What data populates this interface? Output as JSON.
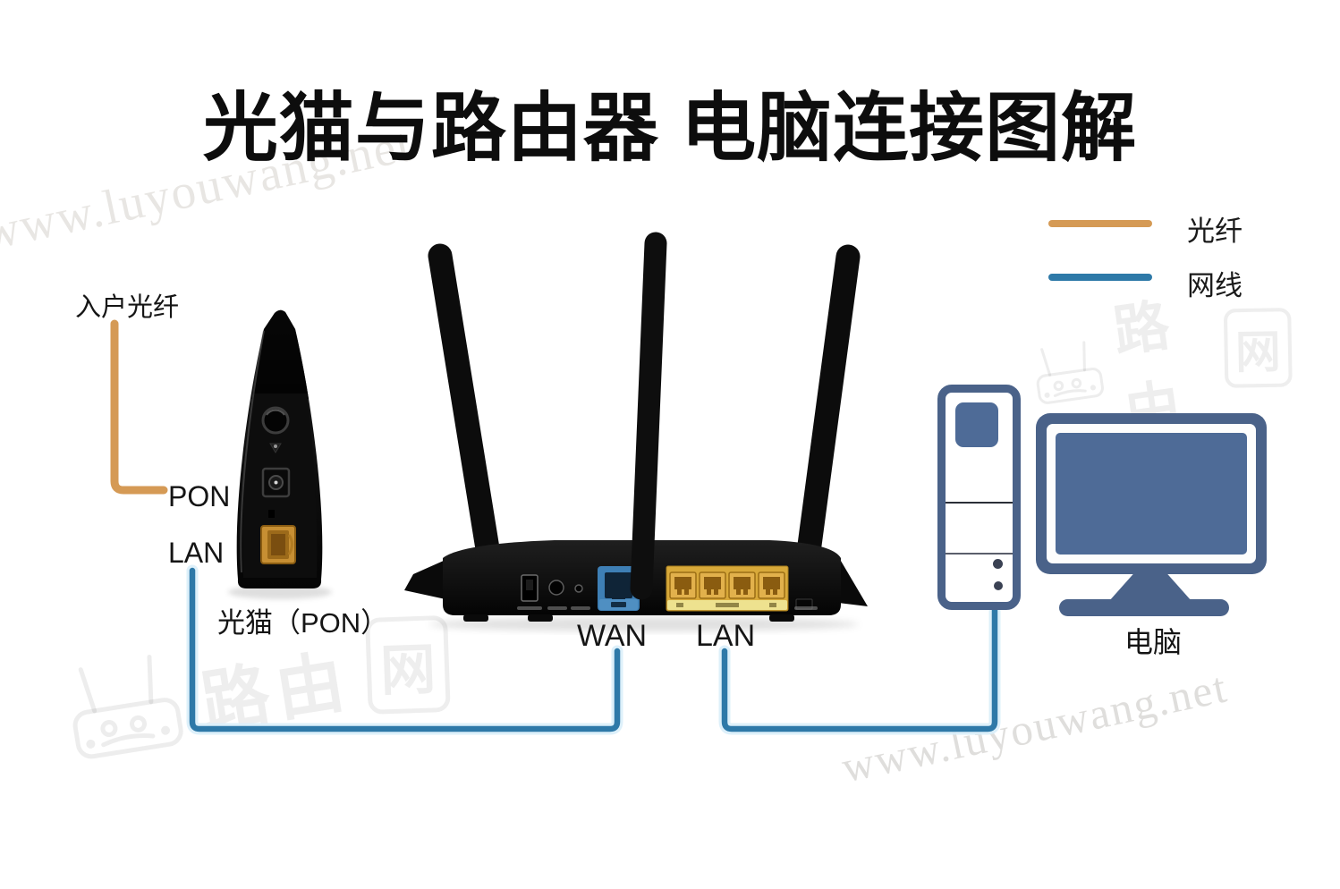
{
  "page": {
    "title": "光猫与路由器 电脑连接图解"
  },
  "legend": {
    "fiber_label": "光纤",
    "ethernet_label": "网线"
  },
  "modem": {
    "incoming_fiber_label": "入户光纤",
    "pon_port_label": "PON",
    "lan_port_label": "LAN",
    "caption": "光猫（PON）"
  },
  "router": {
    "wan_port_label": "WAN",
    "lan_port_label": "LAN"
  },
  "computer": {
    "caption": "电脑"
  },
  "watermarks": {
    "site_url": "www.luyouwang.net",
    "logo_text": "路由网",
    "logo_text_main": "路由",
    "logo_text_boxed": "网"
  },
  "colors": {
    "fiber_orange": "#D59A55",
    "ethernet_blue": "#2E79A8",
    "computer_blue": "#4A6289",
    "screen_blue": "#4E6B97",
    "wan_port_blue": "#3E7FB5",
    "lan_block_yellow": "#D8A93A"
  }
}
